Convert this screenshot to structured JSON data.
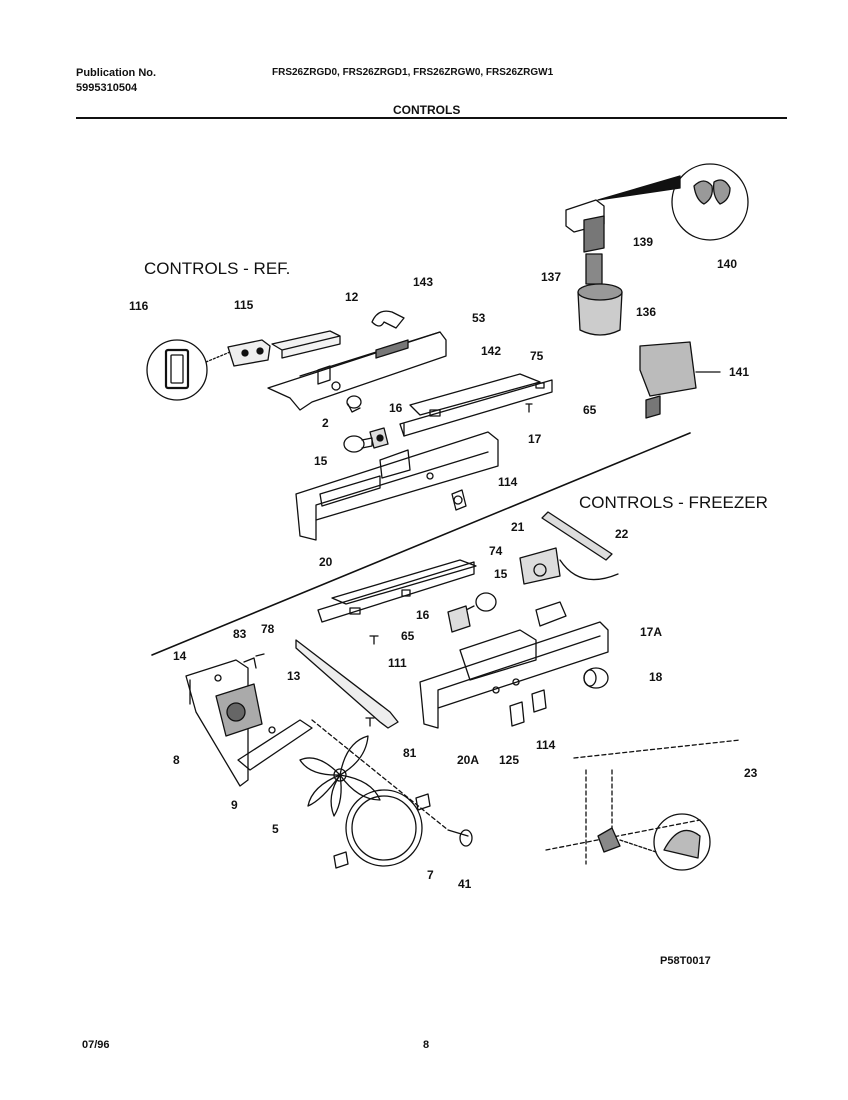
{
  "header": {
    "publication_label": "Publication No.",
    "publication_number": "5995310504",
    "models": "FRS26ZRGD0, FRS26ZRGD1, FRS26ZRGW0, FRS26ZRGW1",
    "title": "CONTROLS"
  },
  "sections": {
    "ref": "CONTROLS - REF.",
    "freezer": "CONTROLS - FREEZER"
  },
  "callouts": [
    "116",
    "115",
    "12",
    "143",
    "53",
    "142",
    "75",
    "2",
    "16",
    "65",
    "15",
    "17",
    "114",
    "20",
    "137",
    "139",
    "136",
    "140",
    "141",
    "21",
    "22",
    "74",
    "15",
    "16",
    "65",
    "17A",
    "18",
    "114",
    "125",
    "20A",
    "83",
    "78",
    "14",
    "13",
    "111",
    "8",
    "81",
    "9",
    "5",
    "7",
    "41",
    "23"
  ],
  "drawing_code": "P58T0017",
  "footer": {
    "date": "07/96",
    "page": "8"
  }
}
